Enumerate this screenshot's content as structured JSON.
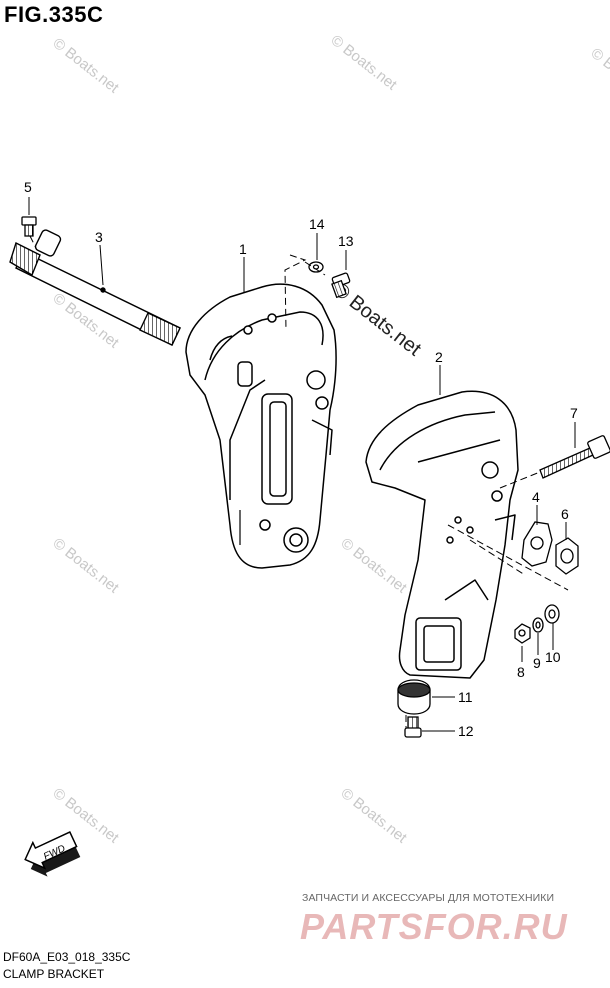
{
  "figure_title": "FIG.335C",
  "callouts": [
    {
      "id": "c1",
      "text": "1"
    },
    {
      "id": "c2",
      "text": "2"
    },
    {
      "id": "c3",
      "text": "3"
    },
    {
      "id": "c4",
      "text": "4"
    },
    {
      "id": "c5",
      "text": "5"
    },
    {
      "id": "c6",
      "text": "6"
    },
    {
      "id": "c7",
      "text": "7"
    },
    {
      "id": "c8",
      "text": "8"
    },
    {
      "id": "c9",
      "text": "9"
    },
    {
      "id": "c10",
      "text": "10"
    },
    {
      "id": "c11",
      "text": "11"
    },
    {
      "id": "c12",
      "text": "12"
    },
    {
      "id": "c13",
      "text": "13"
    },
    {
      "id": "c14",
      "text": "14"
    }
  ],
  "fwd_label": "FWD",
  "watermark_text": "© Boats.net",
  "footer": {
    "code": "DF60A_E03_018_335C",
    "name": "CLAMP BRACKET"
  },
  "shop_banner": {
    "tagline": "ЗАПЧАСТИ И АКСЕССУАРЫ ДЛЯ МОТОТЕХНИКИ",
    "logo": "PARTSFOR.RU"
  }
}
